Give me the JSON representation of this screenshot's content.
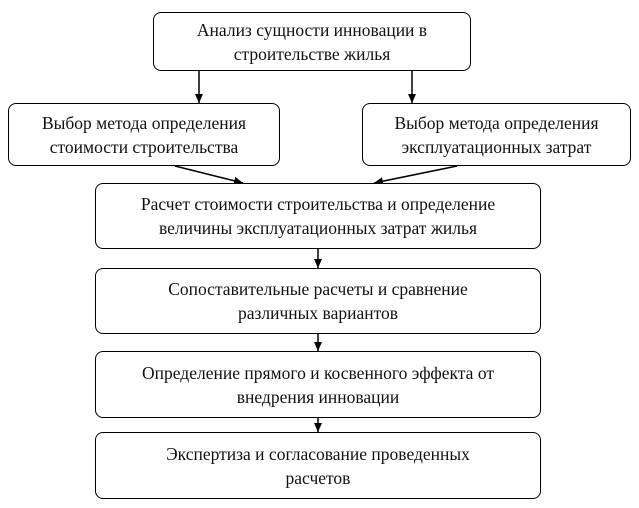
{
  "diagram": {
    "nodes": [
      {
        "id": "analysis",
        "lines": [
          "Анализ сущности инновации в",
          "строительстве жилья"
        ]
      },
      {
        "id": "method-cost",
        "lines": [
          "Выбор метода определения",
          "стоимости строительства"
        ]
      },
      {
        "id": "method-operating",
        "lines": [
          "Выбор метода определения",
          "эксплуатационных затрат"
        ]
      },
      {
        "id": "calculation",
        "lines": [
          "Расчет стоимости строительства и определение",
          "величины эксплуатационных затрат жилья"
        ]
      },
      {
        "id": "comparison",
        "lines": [
          "Сопоставительные расчеты и сравнение",
          "различных вариантов"
        ]
      },
      {
        "id": "effect",
        "lines": [
          "Определение прямого и косвенного эффекта от",
          "внедрения инновации"
        ]
      },
      {
        "id": "expertise",
        "lines": [
          "Экспертиза и согласование проведенных",
          "расчетов"
        ]
      }
    ],
    "edges": [
      {
        "from": "analysis",
        "to": "method-cost"
      },
      {
        "from": "analysis",
        "to": "method-operating"
      },
      {
        "from": "method-cost",
        "to": "calculation"
      },
      {
        "from": "method-operating",
        "to": "calculation"
      },
      {
        "from": "calculation",
        "to": "comparison"
      },
      {
        "from": "comparison",
        "to": "effect"
      },
      {
        "from": "effect",
        "to": "expertise"
      }
    ]
  }
}
